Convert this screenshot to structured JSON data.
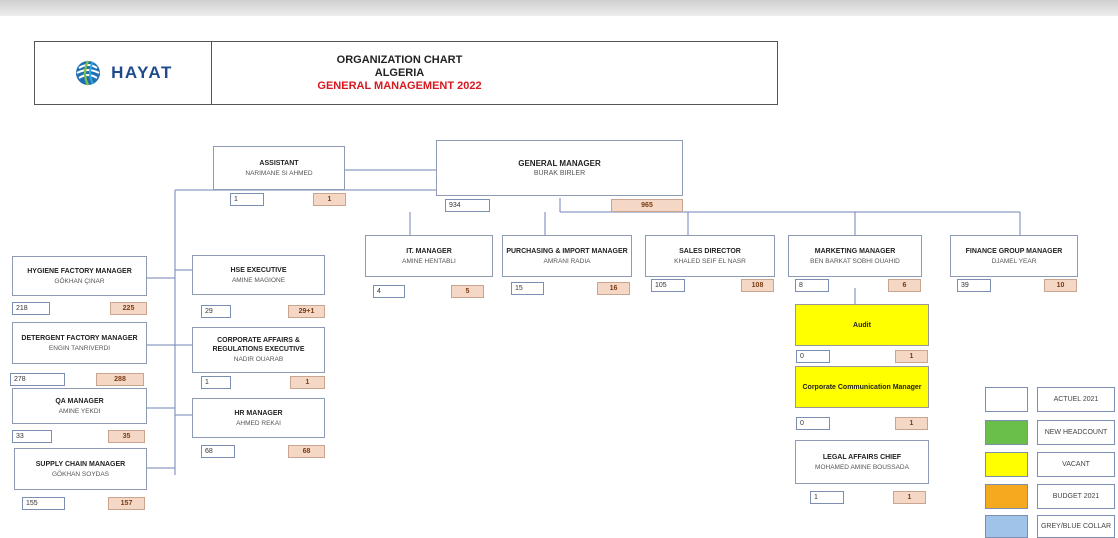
{
  "header": {
    "brand": "HAYAT",
    "title_line1": "ORGANIZATION CHART",
    "title_line2": "ALGERIA",
    "title_line3": "GENERAL MANAGEMENT 2022"
  },
  "colors": {
    "vacant": "#ffff00",
    "budget": "#f5d7c5",
    "new_headcount": "#6abf4b",
    "budget_legend": "#f4a91f",
    "grey_blue_collar": "#9fc3e9",
    "title_red": "#d71920"
  },
  "boxes": {
    "gm": {
      "role": "GENERAL MANAGER",
      "name": "BURAK BIRLER",
      "actual": "934",
      "budget": "965"
    },
    "assistant": {
      "role": "ASSISTANT",
      "name": "NARIMANE SI AHMED",
      "actual": "1",
      "budget": "1"
    },
    "it": {
      "role": "IT. MANAGER",
      "name": "AMINE HENTABLI",
      "actual": "4",
      "budget": "5"
    },
    "purchasing": {
      "role": "PURCHASING & IMPORT MANAGER",
      "name": "AMRANI RADIA",
      "actual": "15",
      "budget": "16"
    },
    "sales": {
      "role": "SALES DIRECTOR",
      "name": "KHALED SEIF EL NASR",
      "actual": "105",
      "budget": "108"
    },
    "marketing": {
      "role": "MARKETING MANAGER",
      "name": "BEN BARKAT SOBHI OUAHID",
      "actual": "8",
      "budget": "6"
    },
    "finance": {
      "role": "FINANCE GROUP MANAGER",
      "name": "DJAMEL YEAR",
      "actual": "39",
      "budget": "10"
    },
    "hygiene": {
      "role": "HYGIENE FACTORY MANAGER",
      "name": "GÖKHAN ÇINAR",
      "actual": "218",
      "budget": "225"
    },
    "detergent": {
      "role": "DETERGENT FACTORY MANAGER",
      "name": "ENGIN TANRIVERDI",
      "actual": "278",
      "budget": "288"
    },
    "qa": {
      "role": "QA MANAGER",
      "name": "AMINE YEKDI",
      "actual": "33",
      "budget": "35"
    },
    "supply": {
      "role": "SUPPLY CHAIN MANAGER",
      "name": "GÖKHAN SOYDAS",
      "actual": "155",
      "budget": "157"
    },
    "hse": {
      "role": "HSE EXECUTIVE",
      "name": "AMINE MAGIONE",
      "actual": "29",
      "budget": "29+1"
    },
    "corporate": {
      "role": "CORPORATE AFFAIRS & REGULATIONS EXECUTIVE",
      "name": "NADIR OUARAB",
      "actual": "1",
      "budget": "1"
    },
    "hr": {
      "role": "HR MANAGER",
      "name": "AHMED REKAI",
      "actual": "68",
      "budget": "68"
    },
    "audit": {
      "role": "Audit",
      "actual": "0",
      "budget": "1"
    },
    "corpcomm": {
      "role": "Corporate Communication Manager",
      "actual": "0",
      "budget": "1"
    },
    "legal": {
      "role": "LEGAL AFFAIRS CHIEF",
      "name": "MOHAMED AMINE BOUSSADA",
      "actual": "1",
      "budget": "1"
    }
  },
  "legend": [
    {
      "label": "ACTUEL 2021",
      "color": "#ffffff"
    },
    {
      "label": "NEW HEADCOUNT",
      "color": "#6abf4b"
    },
    {
      "label": "VACANT",
      "color": "#ffff00"
    },
    {
      "label": "BUDGET 2021",
      "color": "#f4a91f"
    },
    {
      "label": "GREY/BLUE COLLAR",
      "color": "#9fc3e9"
    }
  ]
}
